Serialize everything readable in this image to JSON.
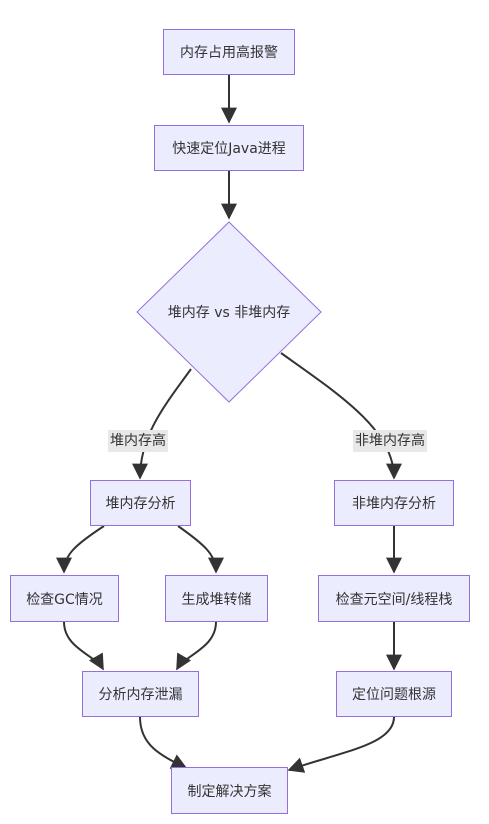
{
  "flowchart": {
    "nodes": {
      "alert": "内存占用高报警",
      "locate_java": "快速定位Java进程",
      "decision": "堆内存 vs 非堆内存",
      "heap_analysis": "堆内存分析",
      "nonheap_analysis": "非堆内存分析",
      "check_gc": "检查GC情况",
      "heap_dump": "生成堆转储",
      "check_metaspace": "检查元空间/线程栈",
      "analyze_leak": "分析内存泄漏",
      "locate_root": "定位问题根源",
      "solution": "制定解决方案"
    },
    "edge_labels": {
      "heap_high": "堆内存高",
      "nonheap_high": "非堆内存高"
    }
  },
  "colors": {
    "node_fill": "#ececff",
    "node_border": "#9370db",
    "edge": "#333333",
    "label_bg": "#e8e8e8"
  }
}
